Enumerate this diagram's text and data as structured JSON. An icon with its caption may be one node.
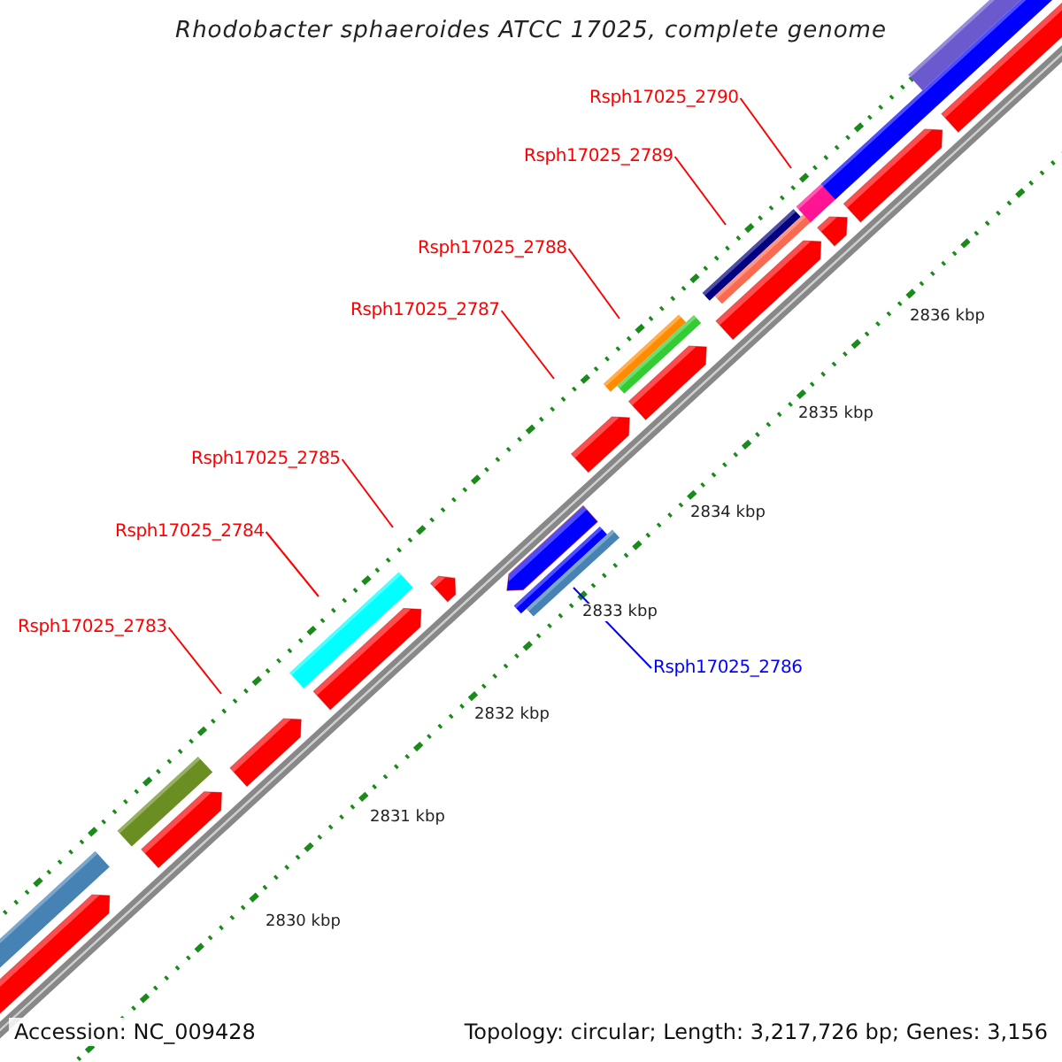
{
  "diagram": {
    "title": "Rhodobacter sphaeroides ATCC 17025, complete genome",
    "nodes": [
      {
        "text": [
          "Rsph17025_2790"
        ]
      },
      {
        "text": [
          "Rsph17025_2789"
        ]
      },
      {
        "text": [
          "Rsph17025_2788"
        ]
      },
      {
        "text": [
          "Rsph17025_2787"
        ]
      },
      {
        "text": [
          "Rsph17025_2785"
        ]
      },
      {
        "text": [
          "Rsph17025_2784"
        ]
      },
      {
        "text": [
          "Rsph17025_2783"
        ]
      },
      {
        "text": [
          "Rsph17025_2786"
        ]
      }
    ],
    "edges": [
      {
        "from": 0,
        "to": null,
        "arrow": "none"
      },
      {
        "from": 1,
        "to": null,
        "arrow": "none"
      },
      {
        "from": 2,
        "to": null,
        "arrow": "none"
      },
      {
        "from": 3,
        "to": null,
        "arrow": "none"
      },
      {
        "from": 4,
        "to": null,
        "arrow": "none"
      },
      {
        "from": 5,
        "to": null,
        "arrow": "none"
      },
      {
        "from": 6,
        "to": null,
        "arrow": "none"
      },
      {
        "from": 7,
        "to": null,
        "arrow": "none",
        "color": "#0000ff"
      }
    ],
    "labels": [
      "2836 kbp",
      "2835 kbp",
      "2834 kbp",
      "2833 kbp",
      "2832 kbp",
      "2831 kbp",
      "2830 kbp",
      "Accession: NC_009428",
      "Topology: circular; Length: 3,217,726 bp; Genes: 3,156"
    ]
  }
}
